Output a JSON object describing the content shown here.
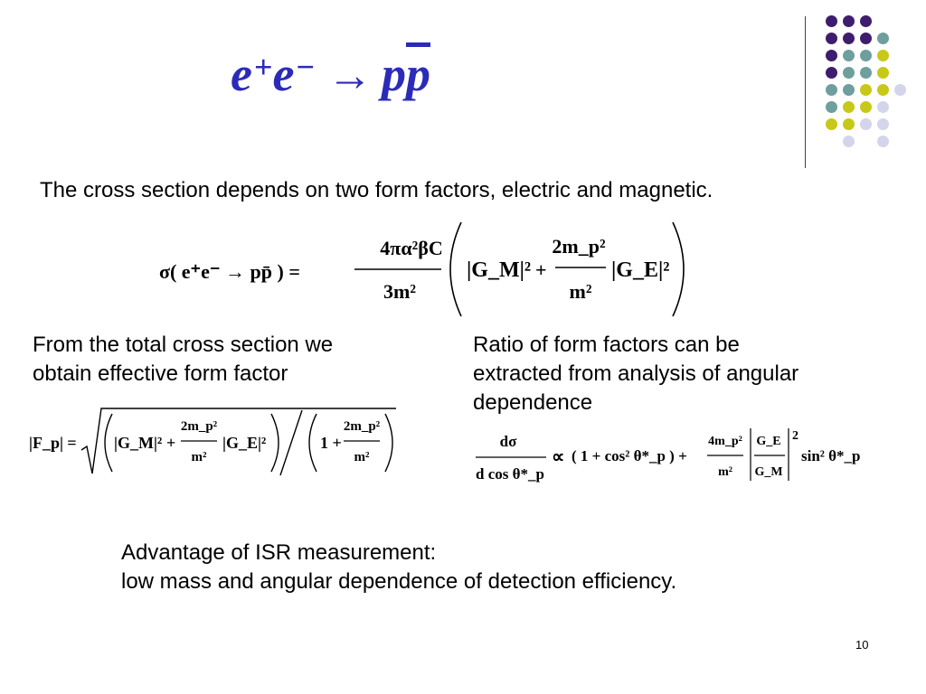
{
  "slide": {
    "title": {
      "e": "e",
      "plus": "+",
      "minus": "−",
      "arrow": "→",
      "p1": "p",
      "p2": "p"
    },
    "text_cross_section": "The cross section depends on two form factors, electric and magnetic.",
    "text_left": [
      "From the total cross section we",
      "obtain effective form factor"
    ],
    "text_right": [
      "Ratio of form factors can be",
      "extracted from analysis of angular",
      "dependence"
    ],
    "text_bottom": [
      "Advantage of ISR measurement:",
      "low mass and angular dependence of detection efficiency."
    ],
    "page_number": "10",
    "decor_colors": {
      "purple": "#3f1d6e",
      "teal": "#6f9e9e",
      "yellow": "#c8c818",
      "lavender": "#d4d4ea"
    }
  },
  "formulas": {
    "sigma": {
      "lhs": "σ( e⁺e⁻ → pp̄ ) =",
      "num": "4πα²βC",
      "den": "3m²",
      "gm": "|G_M|²",
      "plus": "+",
      "coef_num": "2m_p²",
      "coef_den": "m²",
      "ge": "|G_E|²"
    },
    "fp": {
      "lhs": "|F_p| =",
      "gm": "|G_M|²",
      "plus": "+",
      "coef_num": "2m_p²",
      "coef_den": "m²",
      "ge": "|G_E|²",
      "denom": "1 +"
    },
    "angular": {
      "lhs_num": "dσ",
      "lhs_den": "d cos θ*_p",
      "prop": "∝",
      "term1": "( 1 + cos² θ*_p ) +",
      "coef_num": "4m_p²",
      "coef_den": "m²",
      "ratio_num": "G_E",
      "ratio_den": "G_M",
      "term2": "sin² θ*_p"
    }
  }
}
